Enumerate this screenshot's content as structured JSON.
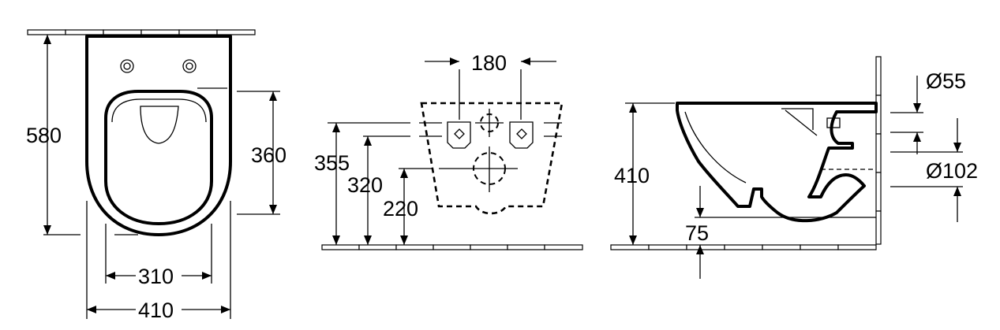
{
  "top_view": {
    "depth": "580",
    "inner_width": "310",
    "outer_width": "410"
  },
  "front_view": {
    "bolt_spacing": "180",
    "height_355": "355",
    "height_320": "320",
    "height_220": "220",
    "height_360": "360"
  },
  "side_view": {
    "height": "410",
    "offset": "75",
    "inlet_diameter": "Ø55",
    "outlet_diameter": "Ø102"
  },
  "colors": {
    "line": "#000000",
    "background": "#ffffff"
  }
}
